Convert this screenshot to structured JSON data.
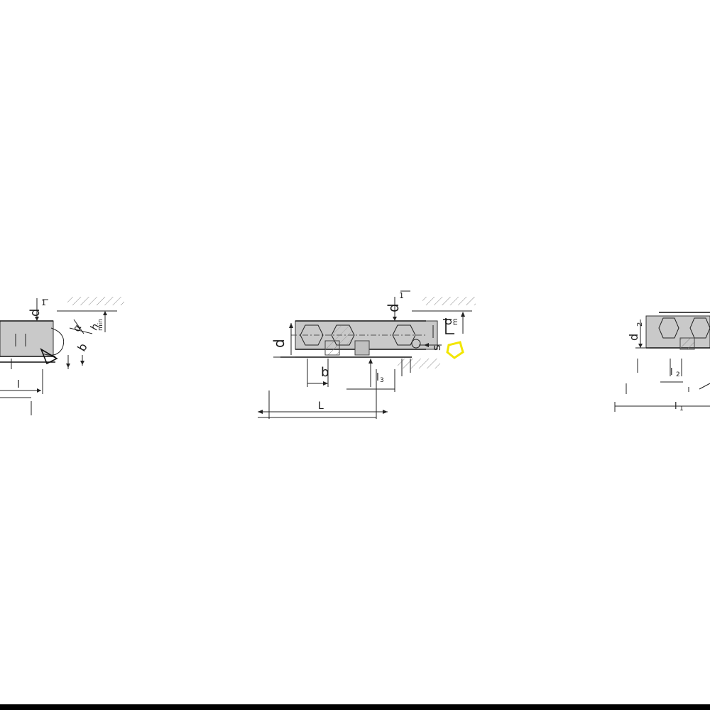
{
  "figure": {
    "colors": {
      "background": "#ffffff",
      "body_fill": "#c9c9c9",
      "line": "#222222",
      "highlight": "#f2e600",
      "bottom_bar": "#000000"
    },
    "views": [
      {
        "id": "left-view",
        "labels": {
          "d1": "d",
          "d1_sub": "1",
          "h_min": "h",
          "h_min_sub": "min",
          "l": "l",
          "alpha": "α",
          "b": "b"
        }
      },
      {
        "id": "center-view",
        "labels": {
          "d1": "d",
          "d1_sub": "1",
          "d": "d",
          "b": "b",
          "l3": "l",
          "l3_sub": "3",
          "L": "L",
          "d_m": "d",
          "d_m_sub": "m",
          "s": "s"
        }
      },
      {
        "id": "right-view",
        "labels": {
          "d2": "d",
          "d2_sub": "2",
          "l2": "l",
          "l2_sub": "2",
          "l1": "l",
          "l1_sub": "1"
        }
      }
    ]
  }
}
